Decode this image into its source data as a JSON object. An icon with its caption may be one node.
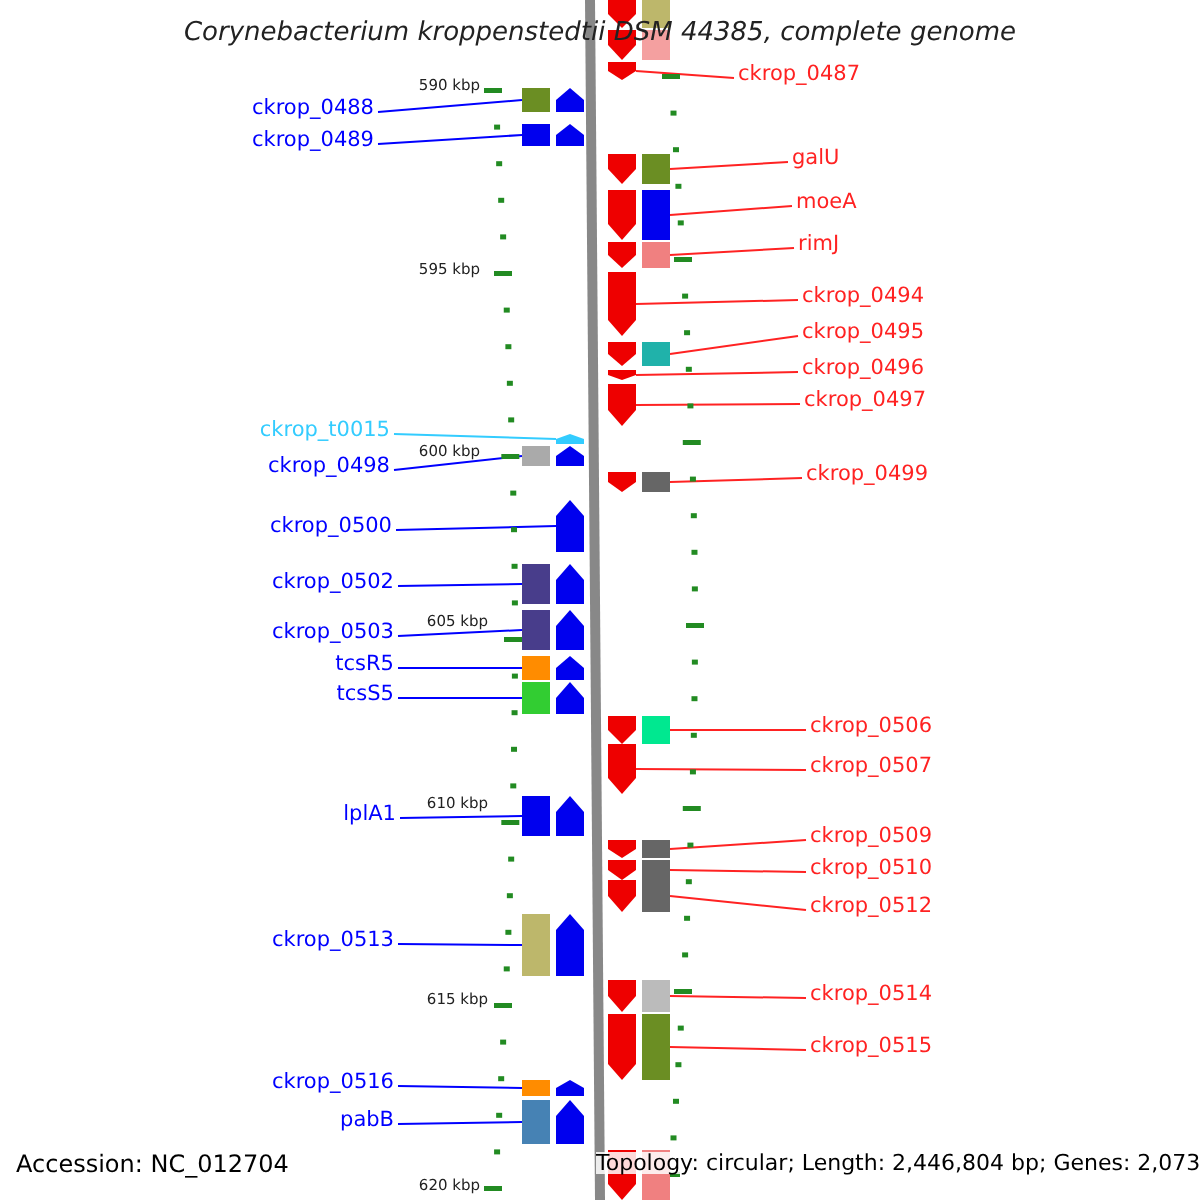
{
  "diagram": {
    "title": "Corynebacterium kroppenstedtii DSM 44385, complete genome",
    "nodes": [
      {
        "text": [
          "ckrop_0487"
        ]
      },
      {
        "text": [
          "ckrop_0488"
        ]
      },
      {
        "text": [
          "ckrop_0489"
        ]
      },
      {
        "text": [
          "galU"
        ]
      },
      {
        "text": [
          "moeA"
        ]
      },
      {
        "text": [
          "rimJ"
        ]
      },
      {
        "text": [
          "ckrop_0494"
        ]
      },
      {
        "text": [
          "ckrop_0495"
        ]
      },
      {
        "text": [
          "ckrop_0496"
        ]
      },
      {
        "text": [
          "ckrop_0497"
        ]
      },
      {
        "text": [
          "ckrop_t0015"
        ]
      },
      {
        "text": [
          "ckrop_0498"
        ]
      },
      {
        "text": [
          "ckrop_0499"
        ]
      },
      {
        "text": [
          "ckrop_0500"
        ]
      },
      {
        "text": [
          "ckrop_0502"
        ]
      },
      {
        "text": [
          "ckrop_0503"
        ]
      },
      {
        "text": [
          "tcsR5"
        ]
      },
      {
        "text": [
          "tcsS5"
        ]
      },
      {
        "text": [
          "ckrop_0506"
        ]
      },
      {
        "text": [
          "ckrop_0507"
        ]
      },
      {
        "text": [
          "lplA1"
        ]
      },
      {
        "text": [
          "ckrop_0509"
        ]
      },
      {
        "text": [
          "ckrop_0510"
        ]
      },
      {
        "text": [
          "ckrop_0512"
        ]
      },
      {
        "text": [
          "ckrop_0513"
        ]
      },
      {
        "text": [
          "ckrop_0514"
        ]
      },
      {
        "text": [
          "ckrop_0515"
        ]
      },
      {
        "text": [
          "ckrop_0516"
        ]
      },
      {
        "text": [
          "pabB"
        ]
      },
      {
        "text": [],
        "shape": "bar"
      },
      {
        "text": [],
        "shape": "bar"
      },
      {
        "text": [],
        "shape": "bar"
      },
      {
        "text": [],
        "shape": "bar"
      },
      {
        "text": [],
        "shape": "bar"
      },
      {
        "text": [],
        "shape": "bar"
      },
      {
        "text": [],
        "shape": "bar"
      },
      {
        "text": [],
        "shape": "bar"
      },
      {
        "text": [],
        "shape": "bar"
      },
      {
        "text": [],
        "shape": "bar"
      },
      {
        "text": [],
        "shape": "bar"
      },
      {
        "text": [],
        "shape": "bar"
      },
      {
        "text": [],
        "shape": "bar"
      },
      {
        "text": [],
        "shape": "bar"
      },
      {
        "text": [],
        "shape": "bar"
      },
      {
        "text": [],
        "shape": "bar"
      },
      {
        "text": [],
        "shape": "bar"
      },
      {
        "text": [],
        "shape": "bar"
      },
      {
        "text": [],
        "shape": "bar"
      },
      {
        "text": [],
        "shape": "bar"
      },
      {
        "text": [],
        "shape": "bar"
      },
      {
        "text": [],
        "shape": "bar"
      },
      {
        "text": [],
        "shape": "bar"
      },
      {
        "text": [],
        "shape": "bar"
      },
      {
        "text": [],
        "shape": "bar"
      },
      {
        "text": [],
        "shape": "bar"
      },
      {
        "text": [],
        "shape": "bar"
      },
      {
        "text": [],
        "shape": "bar"
      },
      {
        "text": [],
        "shape": "bar"
      },
      {
        "text": [],
        "shape": "bar"
      },
      {
        "text": [],
        "shape": "bar"
      },
      {
        "text": [],
        "shape": "bar"
      }
    ],
    "edges": [
      {
        "from": 0,
        "to": 31,
        "arrow": "none"
      },
      {
        "from": 1,
        "to": 32,
        "arrow": "none",
        "color": "#0000ff"
      },
      {
        "from": 2,
        "to": 33,
        "arrow": "none",
        "color": "#0000ff"
      },
      {
        "from": 3,
        "to": 34,
        "arrow": "none"
      },
      {
        "from": 4,
        "to": 35,
        "arrow": "none"
      },
      {
        "from": 5,
        "to": 36,
        "arrow": "none"
      },
      {
        "from": 6,
        "to": 37,
        "arrow": "none"
      },
      {
        "from": 7,
        "to": 38,
        "arrow": "none"
      },
      {
        "from": 8,
        "to": 39,
        "arrow": "none"
      },
      {
        "from": 9,
        "to": 40,
        "arrow": "none"
      },
      {
        "from": 10,
        "to": 41,
        "arrow": "none",
        "color": "#33ccff"
      },
      {
        "from": 11,
        "to": 42,
        "arrow": "none",
        "color": "#0000ff"
      },
      {
        "from": 12,
        "to": 43,
        "arrow": "none"
      },
      {
        "from": 13,
        "to": 44,
        "arrow": "none",
        "color": "#0000ff"
      },
      {
        "from": 14,
        "to": 45,
        "arrow": "none",
        "color": "#0000ff"
      },
      {
        "from": 15,
        "to": 46,
        "arrow": "none",
        "color": "#0000ff"
      },
      {
        "from": 16,
        "to": 47,
        "arrow": "none",
        "color": "#0000ff"
      },
      {
        "from": 17,
        "to": 48,
        "arrow": "none",
        "color": "#0000ff"
      },
      {
        "from": 18,
        "to": 49,
        "arrow": "none"
      },
      {
        "from": 19,
        "to": 50,
        "arrow": "none"
      },
      {
        "from": 20,
        "to": 51,
        "arrow": "none",
        "color": "#0000ff"
      },
      {
        "from": 21,
        "to": 52,
        "arrow": "none"
      },
      {
        "from": 22,
        "to": 53,
        "arrow": "none"
      },
      {
        "from": 23,
        "to": 54,
        "arrow": "none"
      },
      {
        "from": 24,
        "to": 55,
        "arrow": "none",
        "color": "#0000ff"
      },
      {
        "from": 25,
        "to": 56,
        "arrow": "none"
      },
      {
        "from": 26,
        "to": 57,
        "arrow": "none"
      },
      {
        "from": 27,
        "to": 58,
        "arrow": "none",
        "color": "#0000ff"
      },
      {
        "from": 28,
        "to": 59,
        "arrow": "none",
        "color": "#0000ff"
      }
    ],
    "labels": [
      "590 kbp",
      "595 kbp",
      "600 kbp",
      "605 kbp",
      "610 kbp",
      "615 kbp",
      "Accession: NC_012704",
      "Topology: circular; Length: 2,446,804 bp; Genes: 2,073",
      "620 kbp"
    ]
  }
}
